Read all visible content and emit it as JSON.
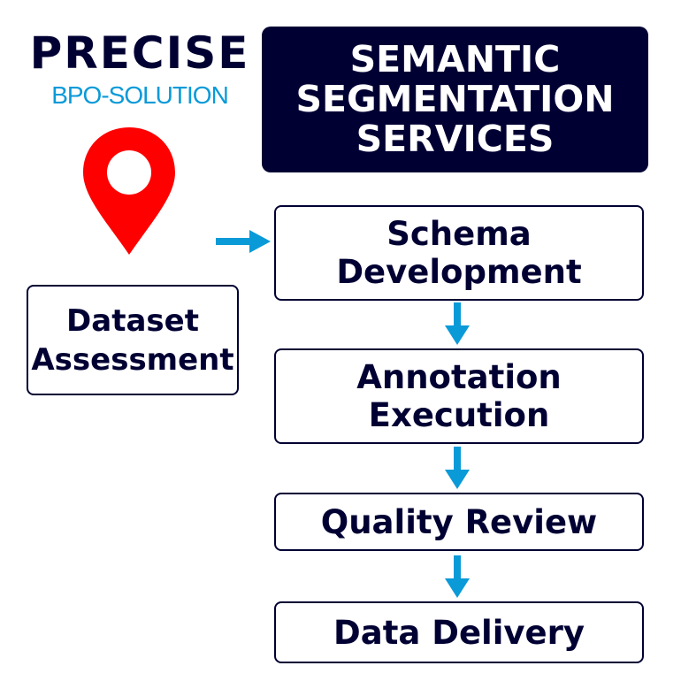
{
  "logo": {
    "name": "PRECISE",
    "tagline": "BPO-SOLUTION"
  },
  "title": {
    "lines": [
      "SEMANTIC",
      "SEGMENTATION",
      "SERVICES"
    ]
  },
  "colors": {
    "navy": "#000033",
    "blue": "#0a9ad8",
    "red": "#ff0000"
  },
  "steps": {
    "dataset": {
      "lines": [
        "Dataset",
        "Assessment"
      ]
    },
    "schema": {
      "lines": [
        "Schema",
        "Development"
      ]
    },
    "annotation": {
      "lines": [
        "Annotation",
        "Execution"
      ]
    },
    "quality": {
      "label": "Quality Review"
    },
    "delivery": {
      "label": "Data Delivery"
    }
  }
}
